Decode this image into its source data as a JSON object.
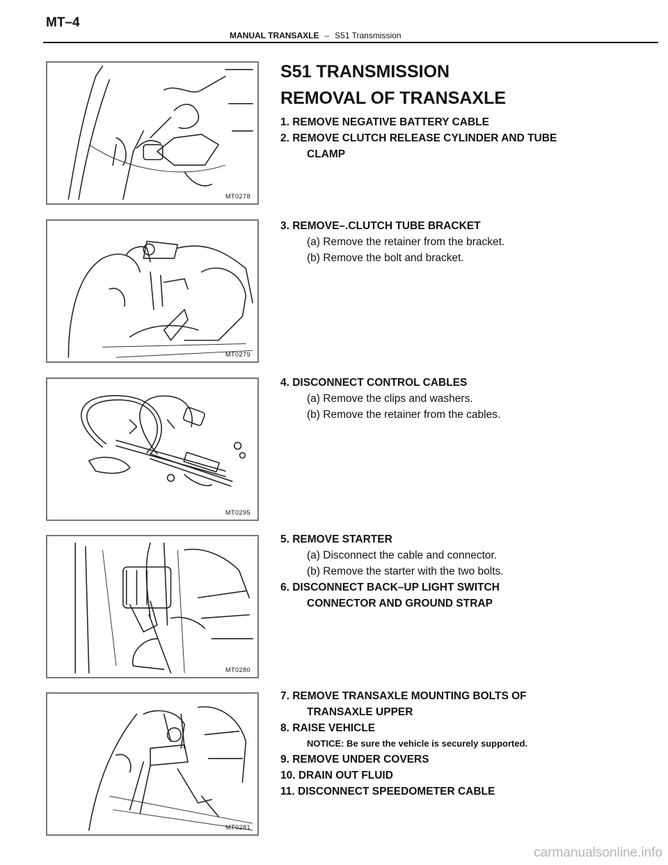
{
  "header": {
    "page_number": "MT–4",
    "section": "MANUAL TRANSAXLE",
    "separator": "–",
    "subsection": "S51 Transmission"
  },
  "title": {
    "line1": "S51 TRANSMISSION",
    "line2": "REMOVAL OF TRANSAXLE"
  },
  "figures": [
    {
      "code": "MT0278"
    },
    {
      "code": "MT0279"
    },
    {
      "code": "MT0295"
    },
    {
      "code": "MT0280"
    },
    {
      "code": "MT0281"
    }
  ],
  "steps": {
    "s1": "1. REMOVE NEGATIVE BATTERY CABLE",
    "s2": "2. REMOVE CLUTCH RELEASE CYLINDER AND TUBE",
    "s2_cont": "CLAMP",
    "s3": "3. REMOVE–.CLUTCH TUBE BRACKET",
    "s3a": "(a) Remove the retainer from the bracket.",
    "s3b": "(b) Remove the bolt and bracket.",
    "s4": "4. DISCONNECT CONTROL CABLES",
    "s4a": "(a) Remove the clips and washers.",
    "s4b": "(b) Remove the retainer from the cables.",
    "s5": "5. REMOVE STARTER",
    "s5a": "(a) Disconnect the cable and connector.",
    "s5b": "(b) Remove the starter with the two bolts.",
    "s6": "6. DISCONNECT BACK–UP LIGHT SWITCH",
    "s6_cont": "CONNECTOR AND GROUND STRAP",
    "s7": "7. REMOVE TRANSAXLE MOUNTING BOLTS OF",
    "s7_cont": "TRANSAXLE UPPER",
    "s8": "8. RAISE VEHICLE",
    "s8_notice": "NOTICE: Be sure the vehicle is securely supported.",
    "s9": "9. REMOVE UNDER COVERS",
    "s10": "10. DRAIN OUT FLUID",
    "s11": "11. DISCONNECT SPEEDOMETER CABLE"
  },
  "watermark": "carmanualsonline.info"
}
